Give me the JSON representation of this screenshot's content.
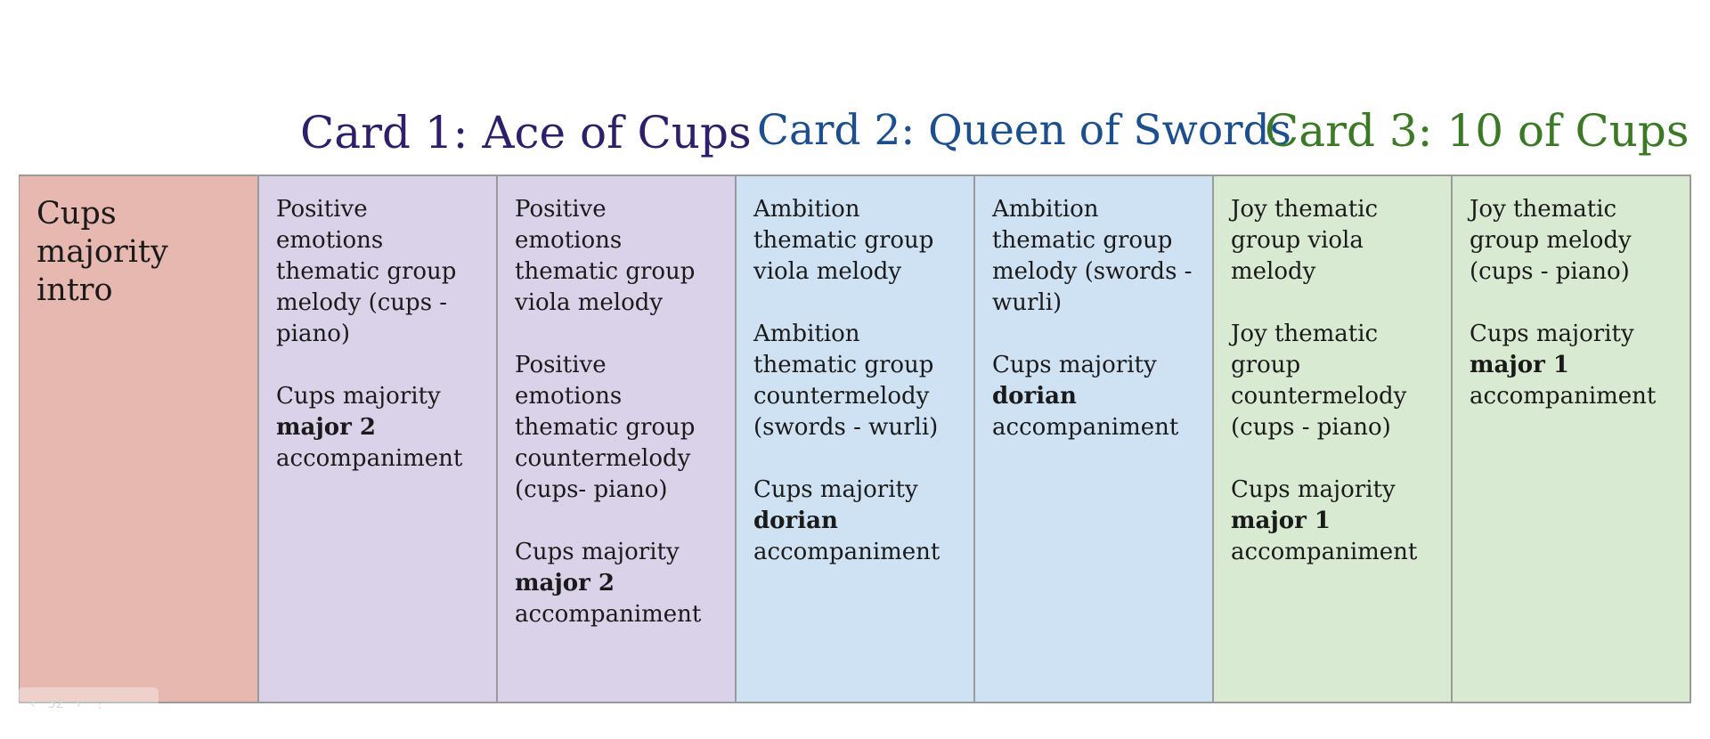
{
  "titles": [
    {
      "text": "Card 1: Ace of Cups",
      "color": "#2f1f6b"
    },
    {
      "text": "Card 2: Queen of Swords",
      "color": "#1c4f8f"
    },
    {
      "text": "Card 3: 10 of Cups",
      "color": "#3a7a25"
    }
  ],
  "colors": {
    "intro_bg": "#e6b8b0",
    "card1_bg": "#d9d2e9",
    "card2_bg": "#cfe2f3",
    "card3_bg": "#d9ead3",
    "grid_line": "#9a9a9a"
  },
  "columns": [
    {
      "intro": "Cups majority intro"
    },
    {
      "p1": "Positive emotions thematic group melody (cups - piano)",
      "p2_pre": "Cups majority",
      "p2_bold": "major 2",
      "p2_post": "accompaniment"
    },
    {
      "p1": "Positive emotions thematic group viola melody",
      "p2": "Positive emotions thematic group countermelody (cups- piano)",
      "p3_pre": "Cups majority",
      "p3_bold": "major 2",
      "p3_post": "accompaniment"
    },
    {
      "p1": "Ambition thematic group viola melody",
      "p2": "Ambition thematic group countermelody (swords - wurli)",
      "p3_pre": "Cups majority",
      "p3_bold": "dorian",
      "p3_post": "accompaniment"
    },
    {
      "p1": "Ambition thematic group melody (swords - wurli)",
      "p2_pre": "Cups majority",
      "p2_bold": "dorian",
      "p2_post": "accompaniment"
    },
    {
      "p1": "Joy thematic group viola melody",
      "p2": "Joy thematic group countermelody (cups - piano)",
      "p3_pre": "Cups majority",
      "p3_bold": "major 1",
      "p3_post": "accompaniment"
    },
    {
      "p1": "Joy thematic group melody (cups - piano)",
      "p2_pre": "Cups majority",
      "p2_bold": "major 1",
      "p2_post": "accompaniment"
    }
  ],
  "slide_nav": {
    "prev_icon": "‹",
    "page": "32",
    "next_icon": "›",
    "menu_icon": "⋮"
  }
}
